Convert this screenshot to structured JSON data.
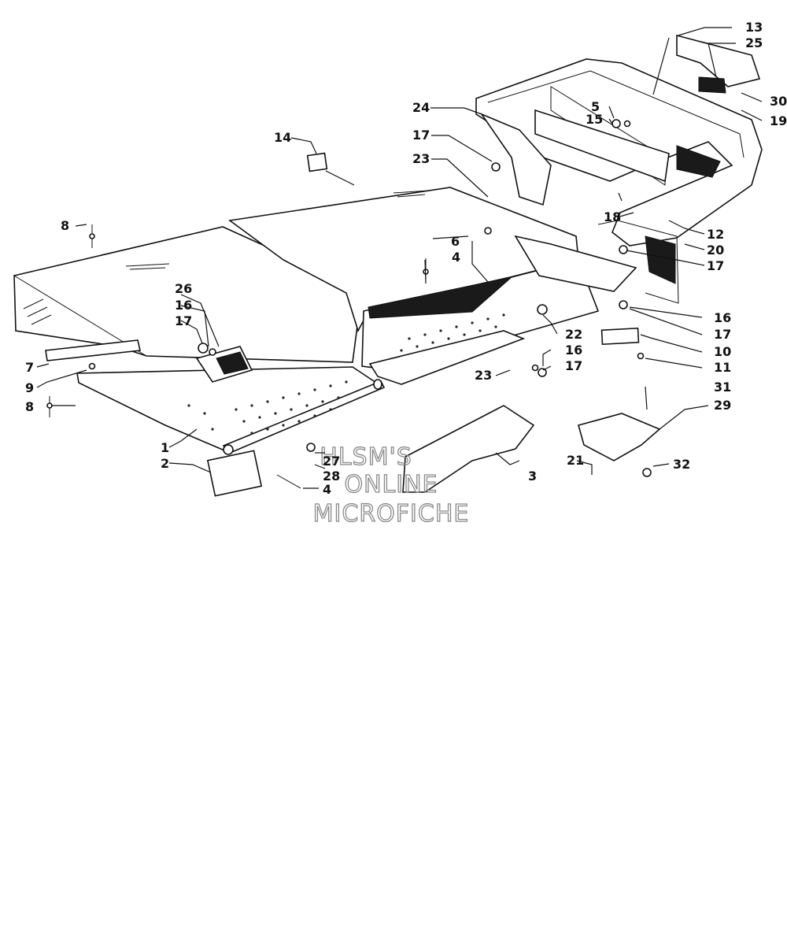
{
  "watermark": {
    "line1": "HLSM'S",
    "line2": "ONLINE",
    "line3": "MICROFICHE"
  },
  "callouts": {
    "c1": "1",
    "c2": "2",
    "c3": "3",
    "c4a": "4",
    "c4b": "4",
    "c5": "5",
    "c6": "6",
    "c7": "7",
    "c8a": "8",
    "c8b": "8",
    "c9": "9",
    "c10": "10",
    "c11": "11",
    "c12": "12",
    "c13": "13",
    "c14": "14",
    "c15": "15",
    "c16a": "16",
    "c16b": "16",
    "c16c": "16",
    "c17a": "17",
    "c17b": "17",
    "c17c": "17",
    "c17d": "17",
    "c17e": "17",
    "c18": "18",
    "c19": "19",
    "c20": "20",
    "c21": "21",
    "c22": "22",
    "c23a": "23",
    "c23b": "23",
    "c24": "24",
    "c25": "25",
    "c26": "26",
    "c27": "27",
    "c28": "28",
    "c29": "29",
    "c30": "30",
    "c31": "31",
    "c32": "32"
  }
}
